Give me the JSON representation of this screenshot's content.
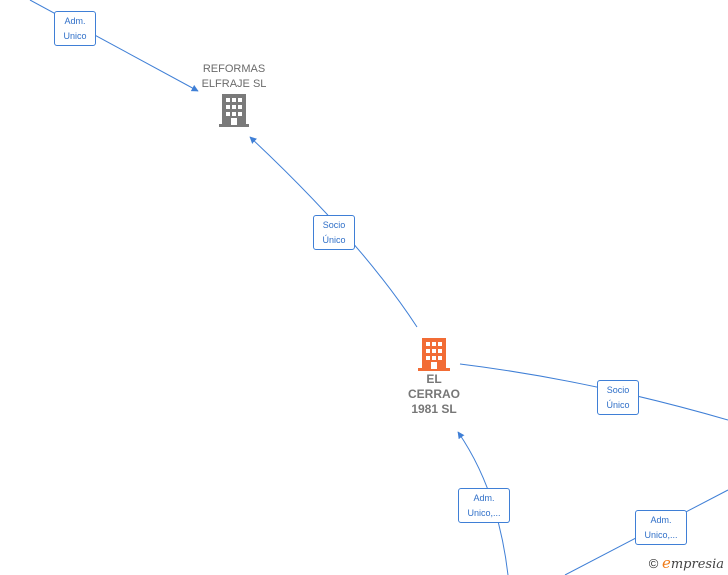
{
  "nodes": {
    "reformas": {
      "label": "REFORMAS\nELFRAJE  SL",
      "color": "#7a7a7a"
    },
    "cerrao": {
      "label": "EL\nCERRAO\n1981  SL",
      "color": "#f26c35"
    }
  },
  "edges": {
    "adm_unico_top": "Adm.\nUnico",
    "socio_unico_mid": "Socio\nÚnico",
    "socio_unico_right": "Socio\nÚnico",
    "adm_unico_bottom": "Adm.\nUnico,...",
    "adm_unico_right": "Adm.\nUnico,..."
  },
  "colors": {
    "edge": "#3f7fd6",
    "brand_accent": "#f07c1a"
  },
  "watermark": {
    "copyright": "©",
    "brand_first": "e",
    "brand_rest": "mpresia"
  }
}
